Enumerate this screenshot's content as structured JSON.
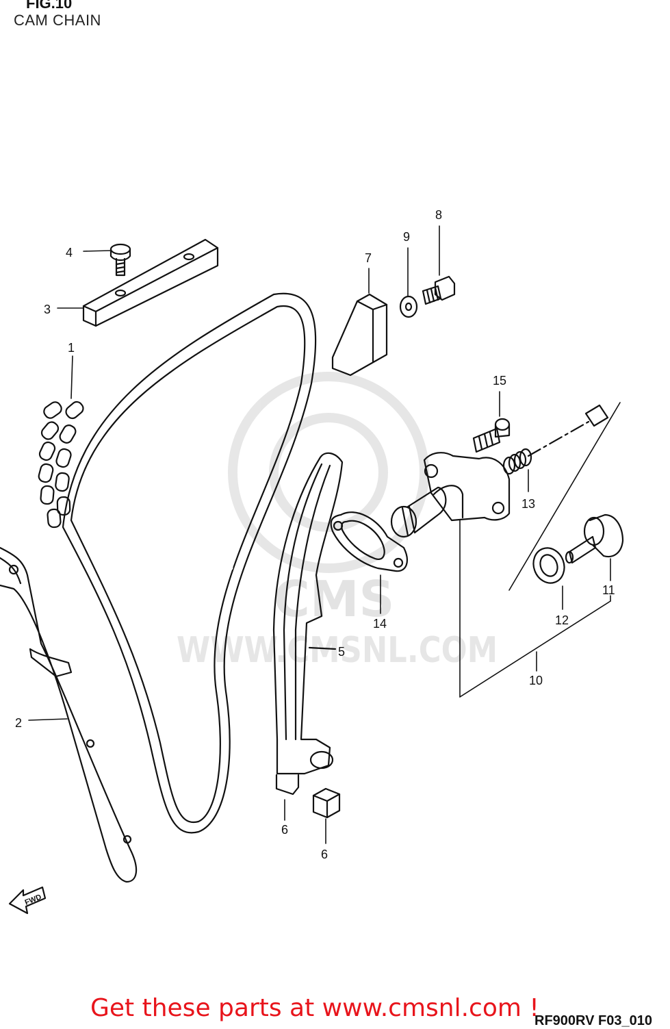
{
  "header": {
    "figure_number": "FIG.10",
    "figure_title": "CAM CHAIN"
  },
  "callouts": [
    {
      "id": "c1",
      "label": "1"
    },
    {
      "id": "c2",
      "label": "2"
    },
    {
      "id": "c3",
      "label": "3"
    },
    {
      "id": "c4",
      "label": "4"
    },
    {
      "id": "c5",
      "label": "5"
    },
    {
      "id": "c6a",
      "label": "6"
    },
    {
      "id": "c6b",
      "label": "6"
    },
    {
      "id": "c7",
      "label": "7"
    },
    {
      "id": "c8",
      "label": "8"
    },
    {
      "id": "c9",
      "label": "9"
    },
    {
      "id": "c10",
      "label": "10"
    },
    {
      "id": "c11",
      "label": "11"
    },
    {
      "id": "c12",
      "label": "12"
    },
    {
      "id": "c13",
      "label": "13"
    },
    {
      "id": "c14",
      "label": "14"
    },
    {
      "id": "c15",
      "label": "15"
    }
  ],
  "fwd_arrow": {
    "label": "FWD"
  },
  "watermark": {
    "text": "WWW.CMSNL.COM",
    "logo_text": "CMS"
  },
  "footer": {
    "link_text": "Get these parts at www.cmsnl.com !",
    "link_color": "#e8141b",
    "model_code": "RF900RV F03_010"
  }
}
